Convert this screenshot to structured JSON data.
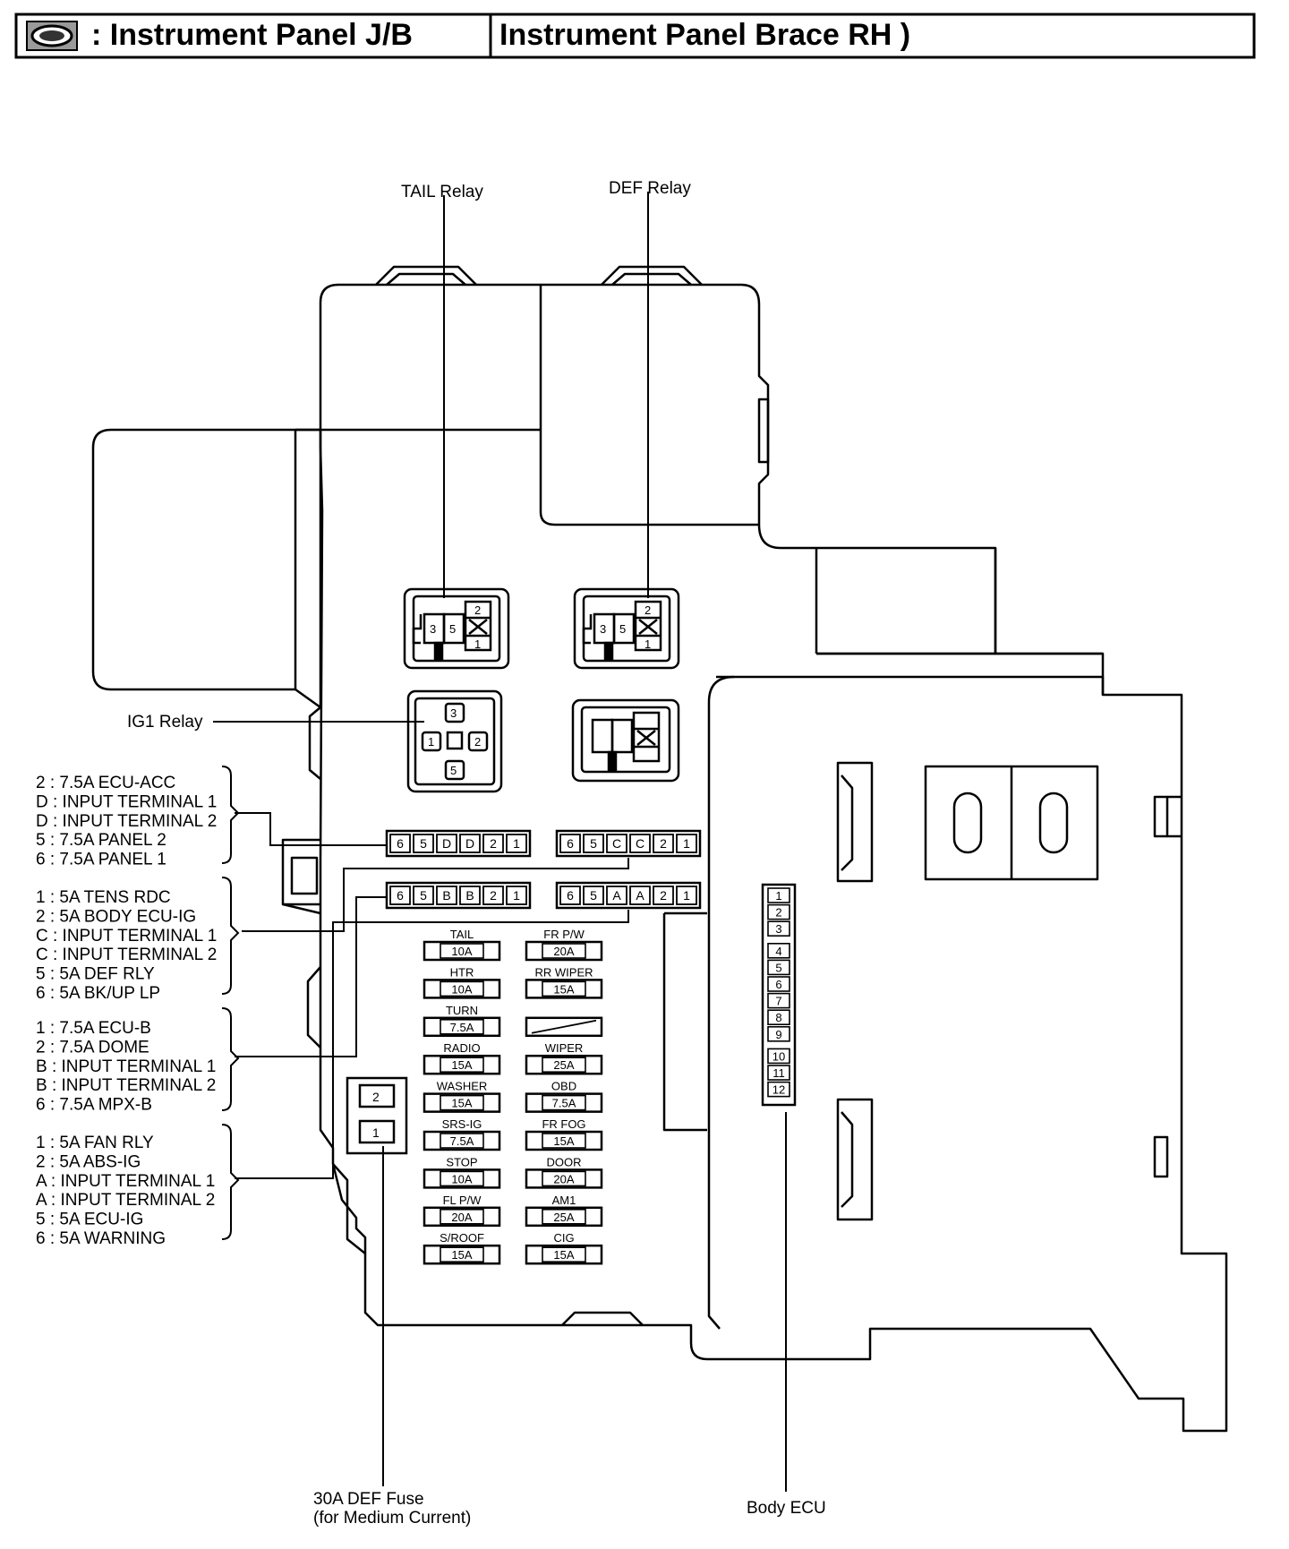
{
  "header": {
    "title": ": Instrument Panel J/B",
    "subtitle": "Instrument Panel Brace RH )"
  },
  "callouts": {
    "tail_relay": "TAIL Relay",
    "def_relay": "DEF Relay",
    "ig1_relay": "IG1 Relay",
    "def_fuse_line1": "30A DEF Fuse",
    "def_fuse_line2": "(for Medium Current)",
    "body_ecu": "Body ECU"
  },
  "relays": {
    "tail_pins": [
      "3",
      "5",
      "2",
      "1"
    ],
    "def_pins": [
      "3",
      "5",
      "2",
      "1"
    ],
    "ig1_pins": [
      "3",
      "1",
      "2",
      "5"
    ]
  },
  "connector_groups": [
    {
      "id": "d",
      "lines": [
        "2 : 7.5A ECU-ACC",
        "D : INPUT TERMINAL 1",
        "D : INPUT TERMINAL 2",
        "5 : 7.5A PANEL 2",
        "6 : 7.5A PANEL 1"
      ]
    },
    {
      "id": "c",
      "lines": [
        "1 : 5A TENS RDC",
        "2 : 5A BODY ECU-IG",
        "C : INPUT TERMINAL 1",
        "C : INPUT TERMINAL 2",
        "5 : 5A DEF RLY",
        "6 : 5A BK/UP LP"
      ]
    },
    {
      "id": "b",
      "lines": [
        "1 : 7.5A ECU-B",
        "2 : 7.5A DOME",
        "B : INPUT TERMINAL 1",
        "B : INPUT TERMINAL 2",
        "6 : 7.5A MPX-B"
      ]
    },
    {
      "id": "a",
      "lines": [
        "1 : 5A FAN RLY",
        "2 : 5A ABS-IG",
        "A : INPUT TERMINAL 1",
        "A : INPUT TERMINAL 2",
        "5 : 5A ECU-IG",
        "6 : 5A WARNING"
      ]
    }
  ],
  "connector_strips": [
    [
      "6",
      "5",
      "D",
      "D",
      "2",
      "1"
    ],
    [
      "6",
      "5",
      "C",
      "C",
      "2",
      "1"
    ],
    [
      "6",
      "5",
      "B",
      "B",
      "2",
      "1"
    ],
    [
      "6",
      "5",
      "A",
      "A",
      "2",
      "1"
    ]
  ],
  "fuses_left": [
    {
      "name": "TAIL",
      "amp": "10A"
    },
    {
      "name": "HTR",
      "amp": "10A"
    },
    {
      "name": "TURN",
      "amp": "7.5A"
    },
    {
      "name": "RADIO",
      "amp": "15A"
    },
    {
      "name": "WASHER",
      "amp": "15A"
    },
    {
      "name": "SRS-IG",
      "amp": "7.5A"
    },
    {
      "name": "STOP",
      "amp": "10A"
    },
    {
      "name": "FL P/W",
      "amp": "20A"
    },
    {
      "name": "S/ROOF",
      "amp": "15A"
    }
  ],
  "fuses_right": [
    {
      "name": "FR P/W",
      "amp": "20A"
    },
    {
      "name": "RR WIPER",
      "amp": "15A"
    },
    {
      "name": "",
      "amp": ""
    },
    {
      "name": "WIPER",
      "amp": "25A"
    },
    {
      "name": "OBD",
      "amp": "7.5A"
    },
    {
      "name": "FR FOG",
      "amp": "15A"
    },
    {
      "name": "DOOR",
      "amp": "20A"
    },
    {
      "name": "AM1",
      "amp": "25A"
    },
    {
      "name": "CIG",
      "amp": "15A"
    }
  ],
  "def_fuse_pins": [
    "2",
    "1"
  ],
  "ecu_pins": [
    "1",
    "2",
    "3",
    "4",
    "5",
    "6",
    "7",
    "8",
    "9",
    "10",
    "11",
    "12"
  ]
}
